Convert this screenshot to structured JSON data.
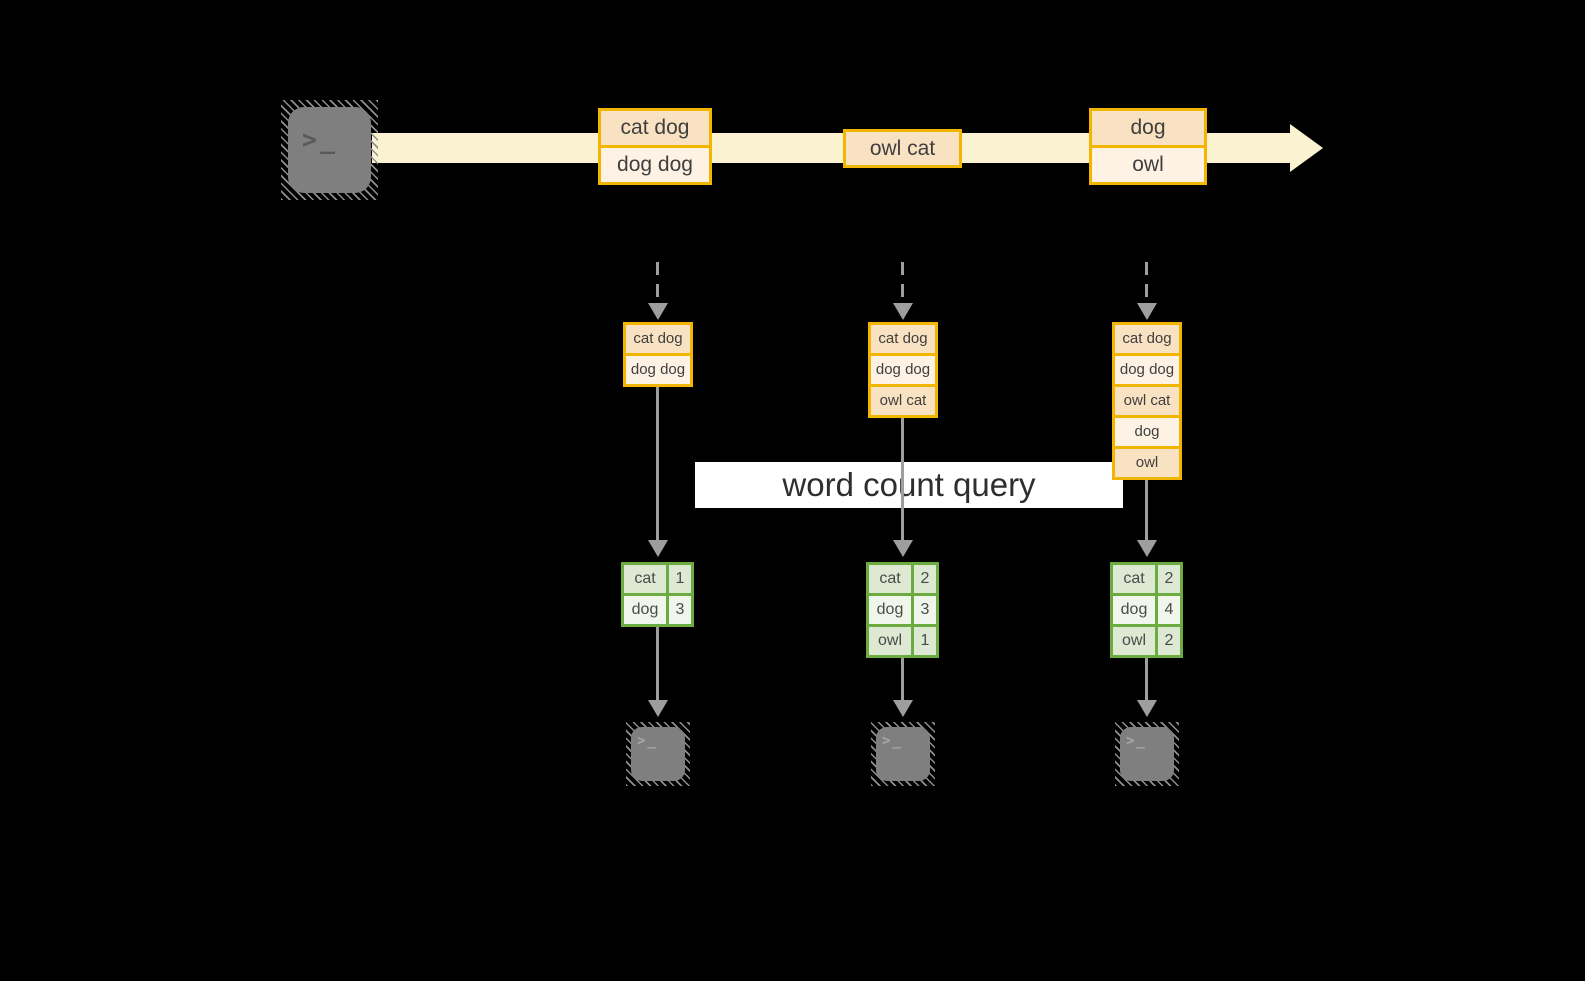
{
  "palette": {
    "background": "#000000",
    "stream_band": "#faf2d0",
    "box_border": "#f2b600",
    "box_fill_dark": "#f9e2c1",
    "box_fill_light": "#fdf2e3",
    "table_border": "#6cab40",
    "table_fill_dark": "#dde9d3",
    "table_fill_light": "#f1f6ec",
    "connector_gray": "#9e9e9e",
    "terminal_gray": "#7f7f7f",
    "text": "#3f3f3f",
    "query_label_bg": "#ffffff"
  },
  "terminal": {
    "glyph": ">_"
  },
  "stream": {
    "batches": [
      {
        "rows": [
          "cat dog",
          "dog dog"
        ]
      },
      {
        "rows": [
          "owl cat"
        ]
      },
      {
        "rows": [
          "dog",
          "owl"
        ]
      }
    ]
  },
  "query": {
    "label": "word count query"
  },
  "columns": [
    {
      "buffer": [
        "cat dog",
        "dog dog"
      ],
      "counts": [
        {
          "word": "cat",
          "count": "1"
        },
        {
          "word": "dog",
          "count": "3"
        }
      ]
    },
    {
      "buffer": [
        "cat dog",
        "dog dog",
        "owl cat"
      ],
      "counts": [
        {
          "word": "cat",
          "count": "2"
        },
        {
          "word": "dog",
          "count": "3"
        },
        {
          "word": "owl",
          "count": "1"
        }
      ]
    },
    {
      "buffer": [
        "cat dog",
        "dog dog",
        "owl cat",
        "dog",
        "owl"
      ],
      "counts": [
        {
          "word": "cat",
          "count": "2"
        },
        {
          "word": "dog",
          "count": "4"
        },
        {
          "word": "owl",
          "count": "2"
        }
      ]
    }
  ]
}
